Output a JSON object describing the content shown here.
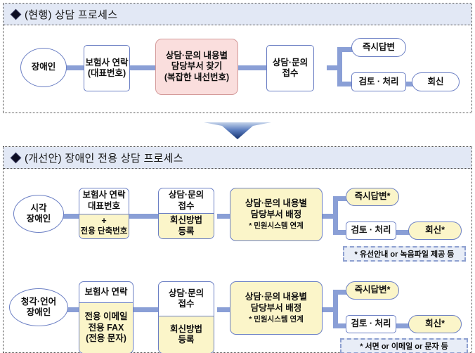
{
  "current_section": {
    "title": "(현행) 상담 프로세스",
    "icon": "diamond-icon",
    "nodes": {
      "start": "장애인",
      "contact": {
        "line1": "보험사 연락",
        "line2": "(대표번호)"
      },
      "find_dept": {
        "line1": "상담·문의 내용별",
        "line2": "담당부서 찾기",
        "line3": "(복잡한 내선번호)"
      },
      "intake": {
        "line1": "상담·문의",
        "line2": "접수"
      },
      "immediate": "즉시답변",
      "review": "검토 · 처리",
      "reply": "회신"
    }
  },
  "transition": {
    "icon": "down-arrow-icon"
  },
  "improved_section": {
    "title": "(개선안) 장애인 전용 상담 프로세스",
    "icon": "diamond-icon",
    "rows": [
      {
        "id": "visual",
        "start": {
          "line1": "시각",
          "line2": "장애인"
        },
        "contact": {
          "top": "보험사 연락",
          "top2": "대표번호",
          "bottom1": "+",
          "bottom2": "전용 단축번호"
        },
        "intake": {
          "top1": "상담·문의",
          "top2": "접수",
          "bottom1": "회신방법",
          "bottom2": "등록"
        },
        "assign": {
          "line1": "상담·문의 내용별",
          "line2": "담당부서 배정",
          "note": "* 민원시스템 연계"
        },
        "immediate": "즉시답변*",
        "review": "검토 · 처리",
        "reply": "회신*",
        "footnote": "* 유선안내 or 녹음파일 제공 등"
      },
      {
        "id": "hearing",
        "start": {
          "line1": "청각·언어",
          "line2": "장애인"
        },
        "contact": {
          "top": "보험사 연락",
          "top2": "",
          "bottom1": "전용 이메일",
          "bottom2": "전용 FAX",
          "bottom3": "(전용 문자)"
        },
        "intake": {
          "top1": "상담·문의",
          "top2": "접수",
          "bottom1": "회신방법",
          "bottom2": "등록"
        },
        "assign": {
          "line1": "상담·문의 내용별",
          "line2": "담당부서 배정",
          "note": "* 민원시스템 연계"
        },
        "immediate": "즉시답변*",
        "review": "검토 · 처리",
        "reply": "회신*",
        "footnote": "* 서면 or 이메일 or 문자 등"
      }
    ]
  },
  "colors": {
    "header_bg": "#e2e8f5",
    "node_border": "#6b7fc4",
    "connector": "#8a9fd6",
    "highlight_pink": "#fadedd",
    "highlight_yellow": "#fbf5c9",
    "note_bg": "#e8edf7",
    "arrow_dark": "#1b3a7a",
    "arrow_light": "#a9bfe4"
  }
}
